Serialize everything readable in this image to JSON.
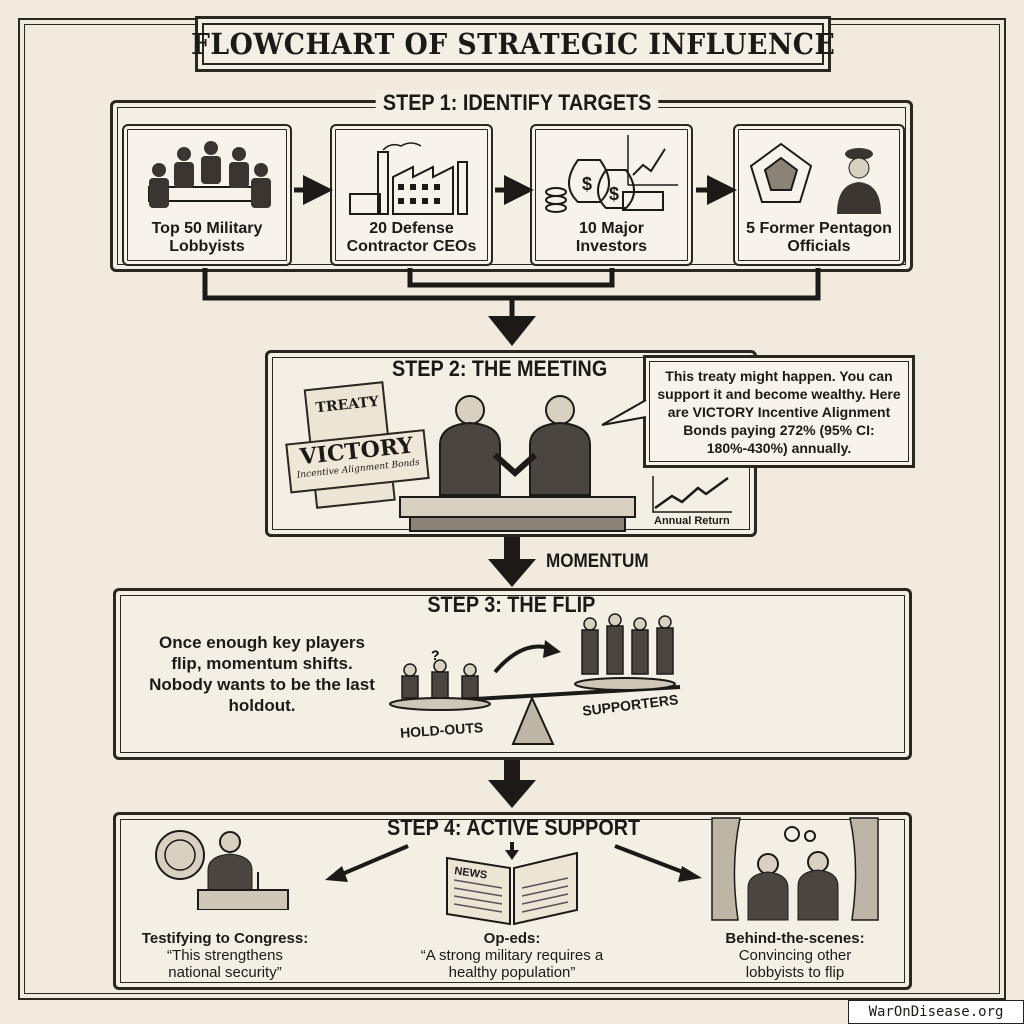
{
  "title": "FLOWCHART OF STRATEGIC INFLUENCE",
  "step1": {
    "heading": "STEP 1: IDENTIFY TARGETS",
    "cards": [
      {
        "label": "Top 50 Military Lobbyists",
        "icon": "lobbyists-meeting-icon"
      },
      {
        "label": "20 Defense Contractor CEOs",
        "icon": "factory-icon"
      },
      {
        "label": "10 Major Investors",
        "icon": "money-bags-icon"
      },
      {
        "label": "5 Former Pentagon Officials",
        "icon": "pentagon-officer-icon"
      }
    ]
  },
  "step2": {
    "heading": "STEP 2: THE MEETING",
    "document_title": "TREATY",
    "bond_title": "VICTORY",
    "bond_subtitle": "Incentive Alignment Bonds",
    "speech": "This treaty might happen. You can support it and become wealthy. Here are VICTORY Incentive Alignment Bonds paying 272% (95% CI: 180%-430%) annually.",
    "chart_label": "Annual Return"
  },
  "momentum_label": "MOMENTUM",
  "step3": {
    "heading": "STEP 3: THE FLIP",
    "text": "Once enough key players flip, momentum shifts. Nobody wants to be the last holdout.",
    "holdouts_label": "HOLD-OUTS",
    "supporters_label": "SUPPORTERS"
  },
  "step4": {
    "heading": "STEP 4: ACTIVE SUPPORT",
    "news_label": "NEWS",
    "items": [
      {
        "title": "Testifying to Congress:",
        "text": "“This strengthens national security”"
      },
      {
        "title": "Op-eds:",
        "text": "“A strong military requires a healthy population”"
      },
      {
        "title": "Behind-the-scenes:",
        "text": "Convincing other lobbyists to flip"
      }
    ]
  },
  "watermark": "WarOnDisease.org"
}
